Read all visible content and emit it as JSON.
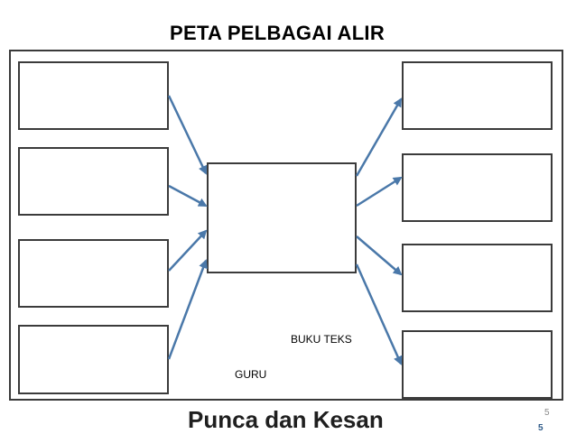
{
  "slide": {
    "title": "PETA PELBAGAI ALIR",
    "footer_title": "Punca dan Kesan",
    "page_number_small": "5",
    "page_number_bold": "5"
  },
  "labels": {
    "buku_teks": "BUKU TEKS",
    "guru": "GURU"
  },
  "colors": {
    "arrow": "#4a78a9",
    "box_border": "#3b3b3b",
    "page_number_bold": "#2e5a88"
  }
}
